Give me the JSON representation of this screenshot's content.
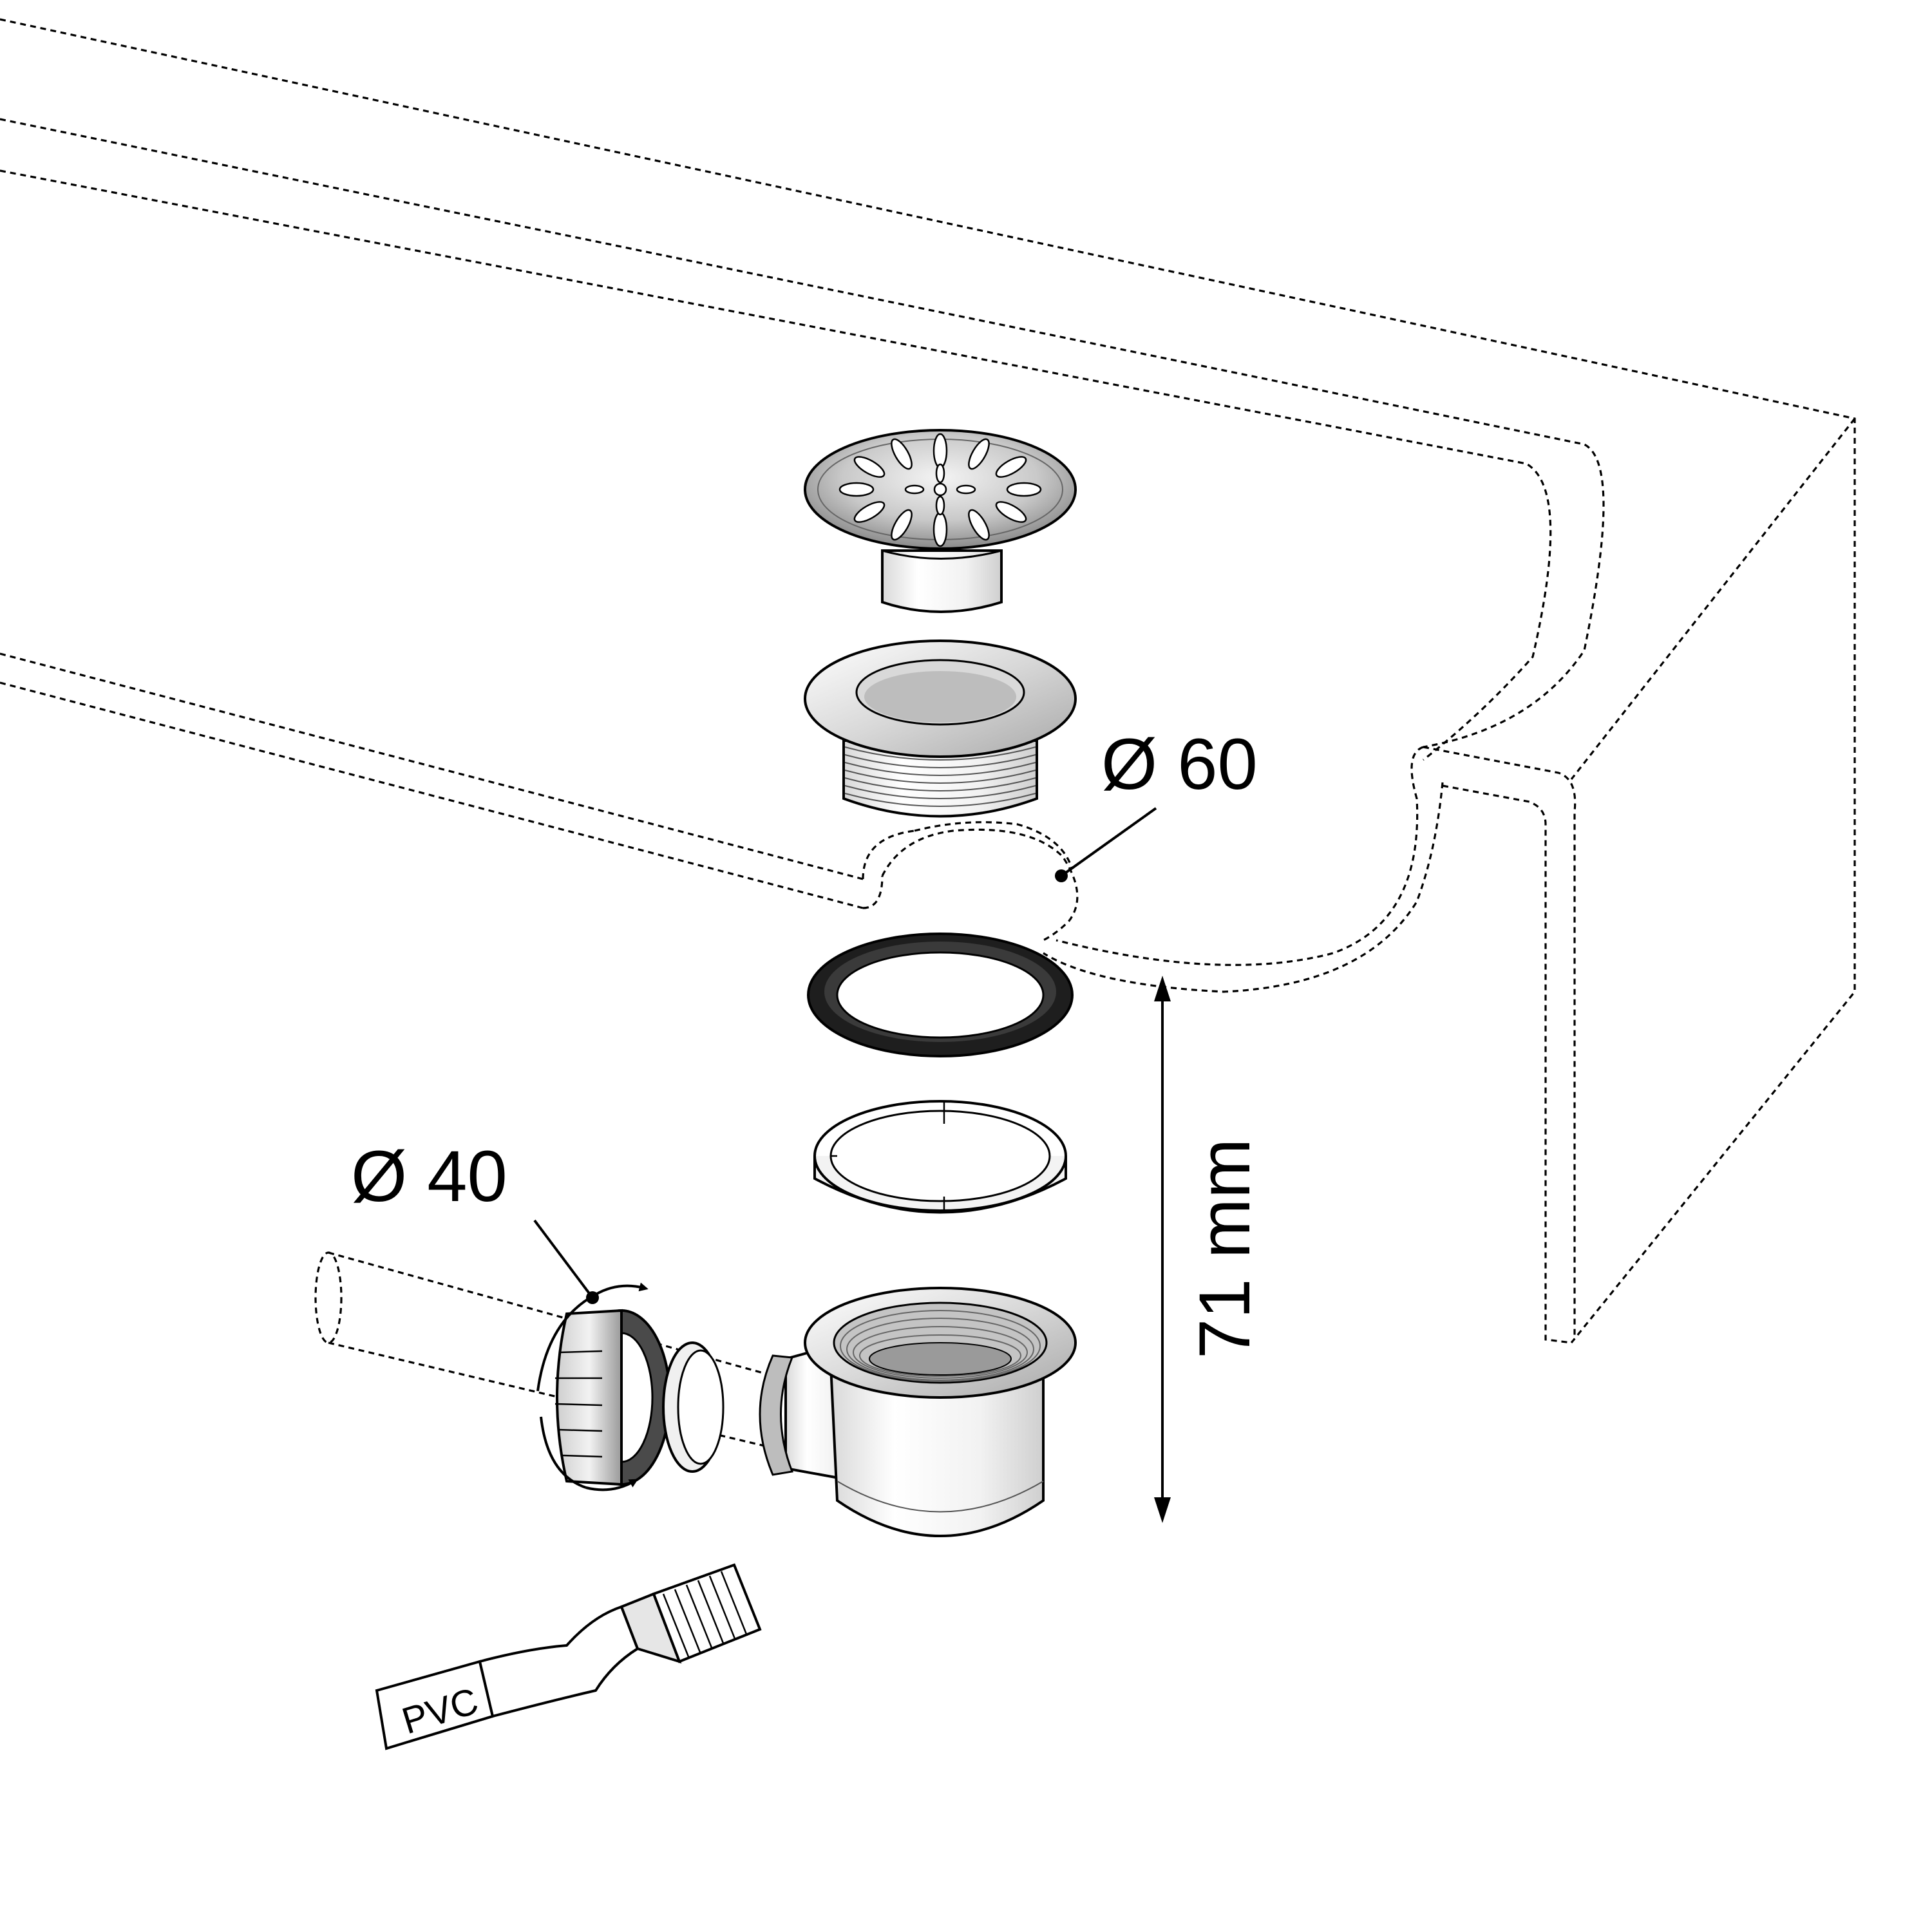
{
  "annotations": {
    "drain_diameter": "Ø 60",
    "pipe_diameter": "Ø 40",
    "height": "71 mm",
    "glue_label": "PVC"
  },
  "colors": {
    "ink": "#000000",
    "metal_dark": "#8a8a8a",
    "metal_light": "#e8e8e8",
    "gasket": "#1e1e1e",
    "plastic": "#f7f7f7"
  },
  "icons": {
    "rotation": "rotate-arrows-icon",
    "brush": "glue-brush-icon"
  }
}
